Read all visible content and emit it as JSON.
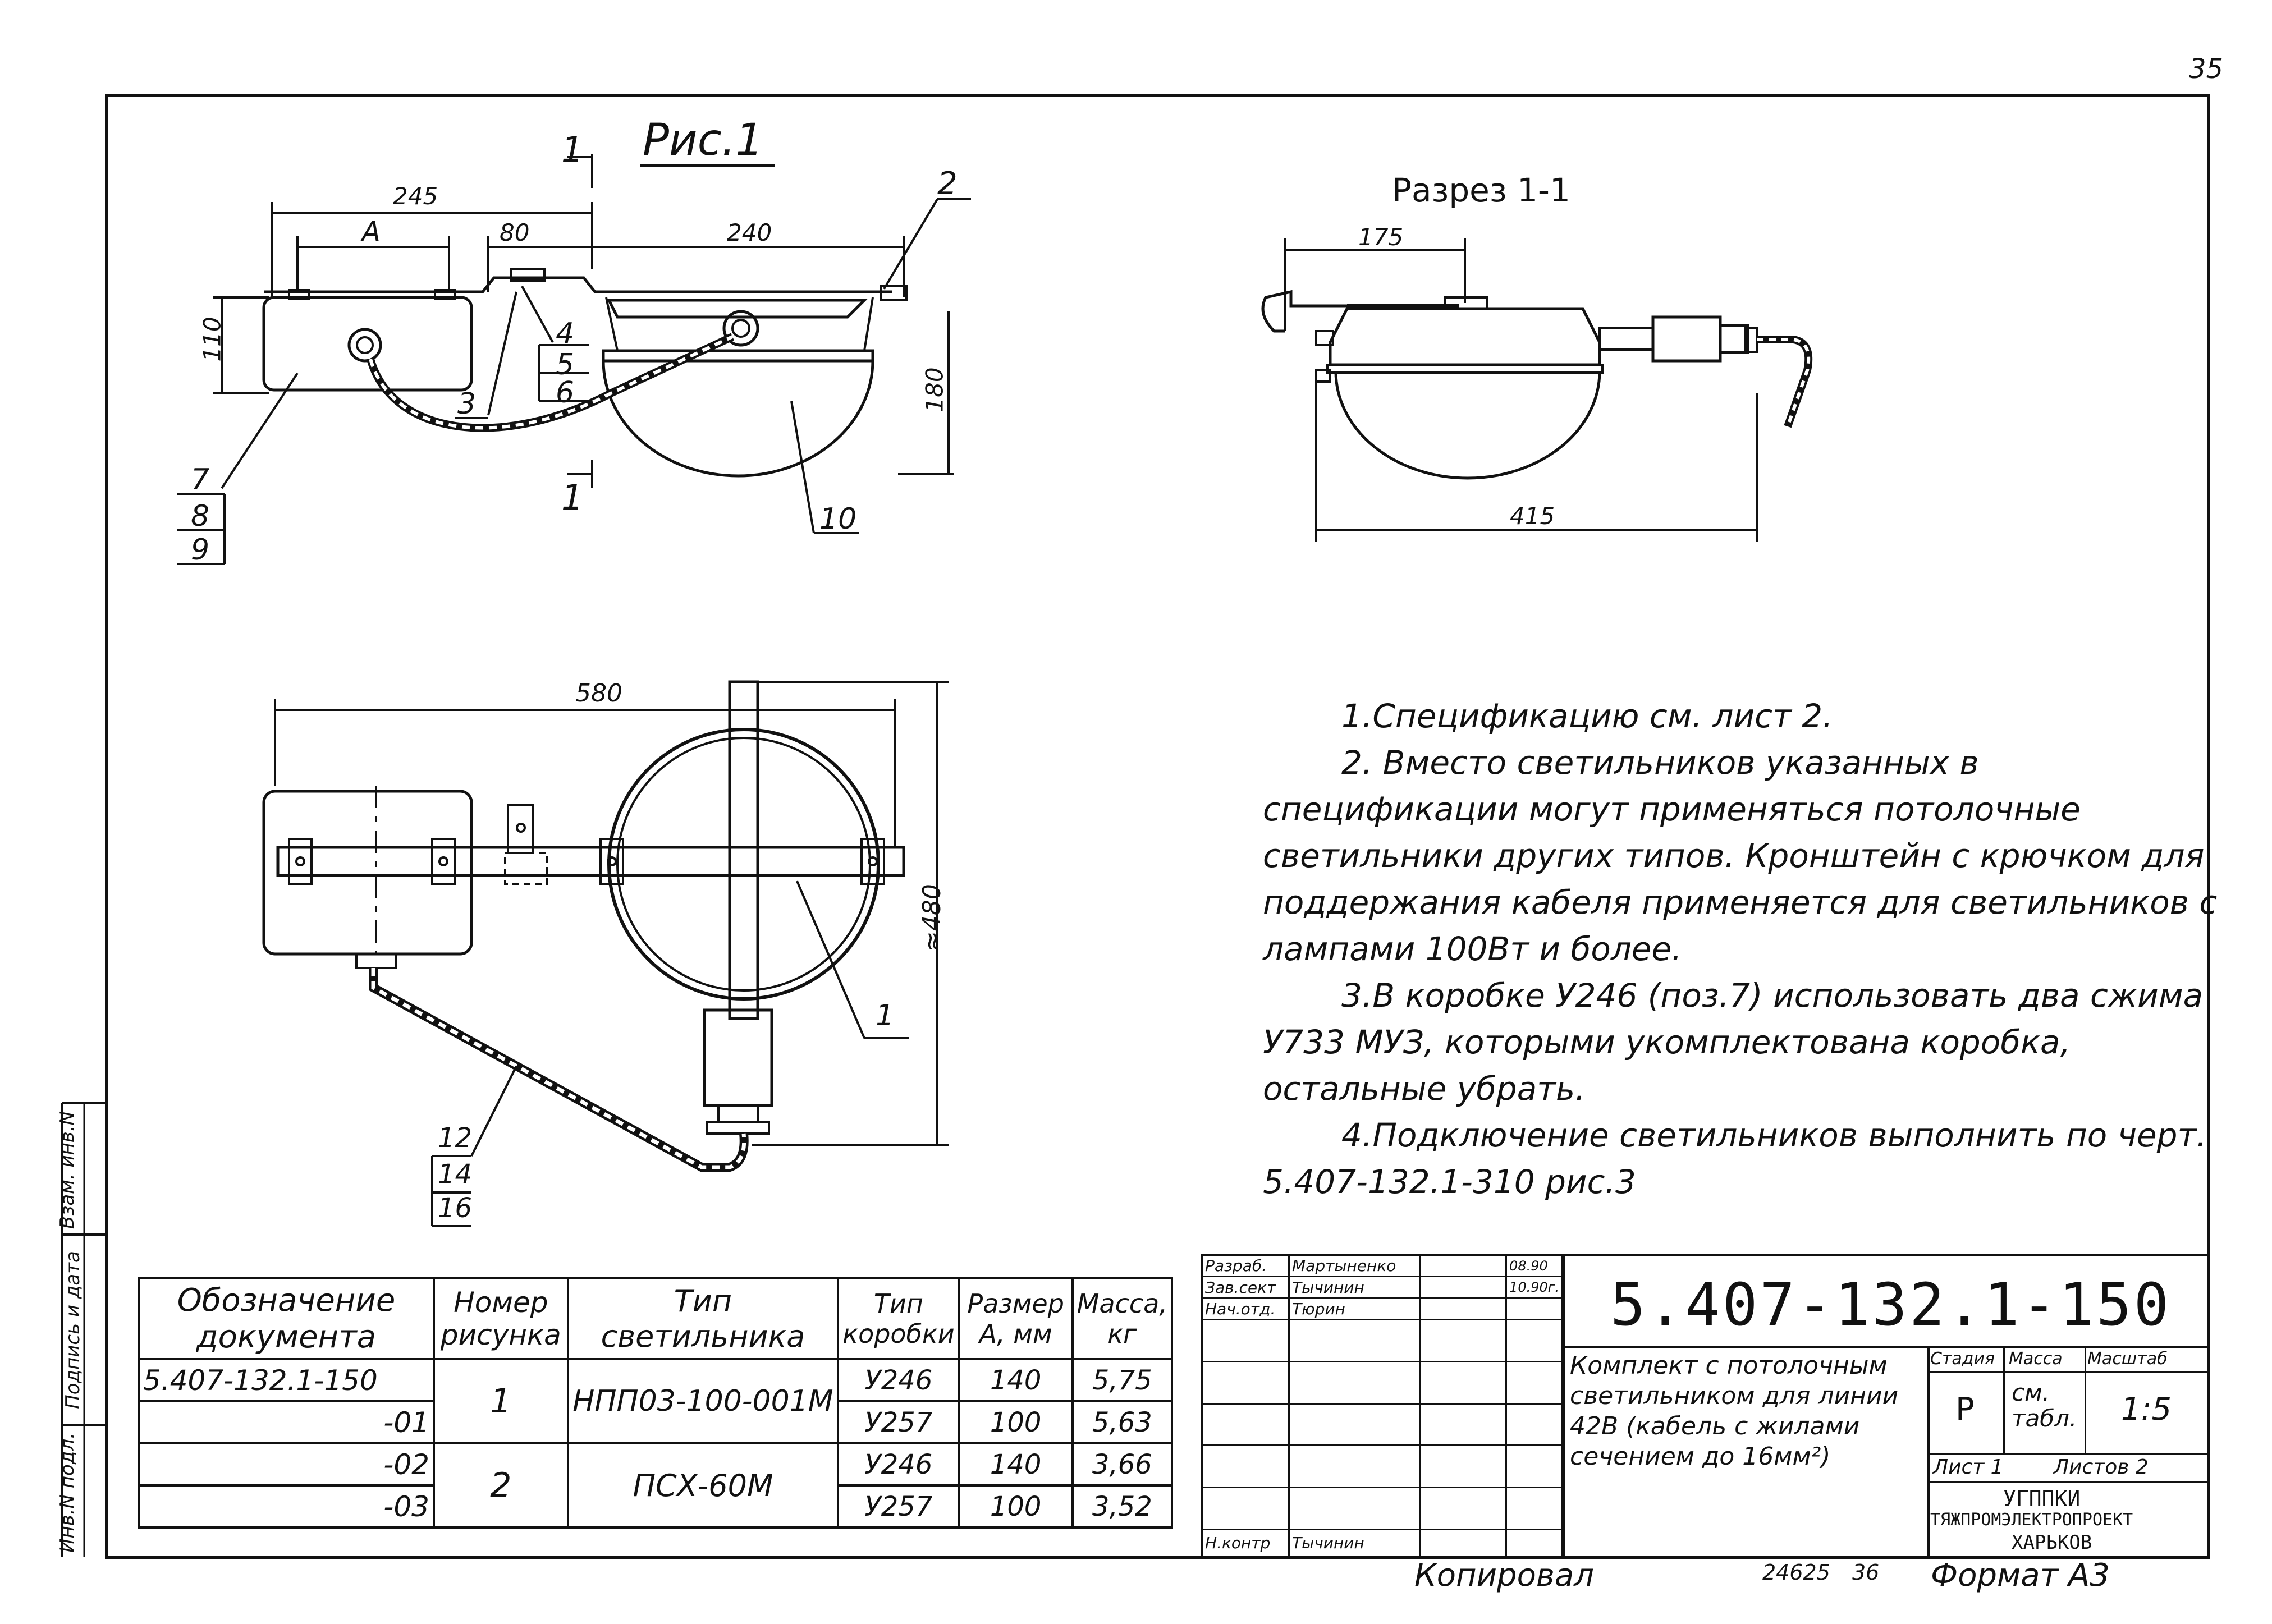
{
  "page_number": "35",
  "figure_title": "Рис.1",
  "section_title": "Разрез 1-1",
  "section_marks": [
    "1",
    "1"
  ],
  "dimensions_fig1": {
    "d245": "245",
    "dA": "A",
    "d80": "80",
    "d240": "240",
    "d110": "110",
    "d180": "180",
    "d580": "580",
    "d480": "≈480"
  },
  "dimensions_section": {
    "d175": "175",
    "d415": "415"
  },
  "callouts_fig1": [
    "2",
    "3",
    "4",
    "5",
    "6",
    "7",
    "8",
    "9",
    "10"
  ],
  "callouts_plan": [
    "1",
    "12",
    "14",
    "16"
  ],
  "notes": [
    "1.Спецификацию см. лист 2.",
    "2. Вместо светильников указанных в спецификации могут применяться потолочные светильники других типов. Кронштейн с крючком для поддержания кабеля применяется для светильников с лампами 100Вт и более.",
    "3.В коробке У246 (поз.7) использовать два сжима У733 МУЗ, которыми укомплектована коробка, остальные убрать.",
    "4.Подключение светильников выполнить по черт. 5.407-132.1-310 рис.3"
  ],
  "spec_table": {
    "headers": [
      "Обозначение документа",
      "Номер рисунка",
      "Тип светильника",
      "Тип коробки",
      "Размер А, мм",
      "Масса, кг"
    ],
    "rows": [
      {
        "doc": "5.407-132.1-150",
        "box": "У246",
        "size": "140",
        "mass": "5,75"
      },
      {
        "doc": "-01",
        "box": "У257",
        "size": "100",
        "mass": "5,63"
      },
      {
        "doc": "-02",
        "box": "У246",
        "size": "140",
        "mass": "3,66"
      },
      {
        "doc": "-03",
        "box": "У257",
        "size": "100",
        "mass": "3,52"
      }
    ],
    "groups": [
      {
        "fig": "1",
        "lamp": "НПП03-100-001М"
      },
      {
        "fig": "2",
        "lamp": "ПСХ-60М"
      }
    ]
  },
  "side_strip": [
    "Инв.N подл.",
    "Подпись и дата",
    "Взам. инв.N"
  ],
  "title_block": {
    "roles": [
      "Разраб.",
      "Зав.сект",
      "Нач.отд.",
      "",
      "",
      "",
      "",
      "",
      "Н.контр"
    ],
    "names": [
      "Мартыненко",
      "Тычинин",
      "Тюрин",
      "",
      "",
      "",
      "",
      "",
      "Тычинин"
    ],
    "dates": [
      "08.90",
      "10.90г.",
      "",
      "",
      "",
      "",
      "",
      "",
      ""
    ],
    "code": "5.407-132.1-150",
    "name": "Комплект с потолочным светильником для линии 42В (кабель с жилами сечением до 16мм²)",
    "stage_label": "Стадия",
    "mass_label": "Масса",
    "scale_label": "Масштаб",
    "stage": "Р",
    "mass": "см. табл.",
    "scale": "1:5",
    "sheet": "Лист 1",
    "sheets": "Листов 2",
    "org_line1": "УГППКИ",
    "org_line2": "ТЯЖПРОМЭЛЕКТРОПРОЕКТ",
    "org_line3": "ХАРЬКОВ"
  },
  "footer": {
    "copied": "Копировал",
    "number": "24625",
    "num2": "36",
    "format": "Формат А3"
  }
}
